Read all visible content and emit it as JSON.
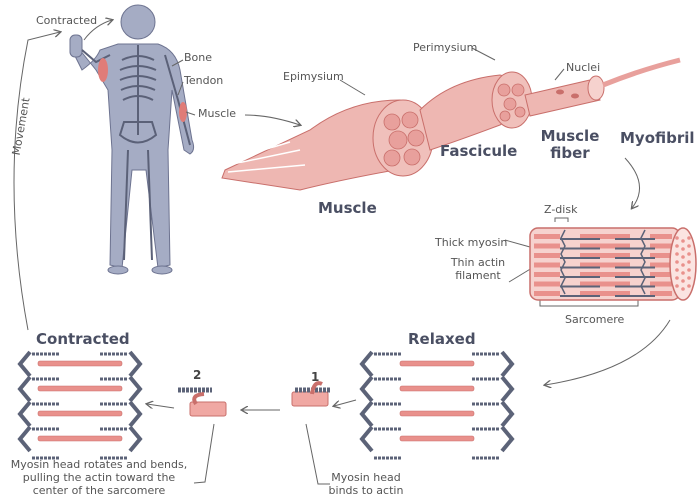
{
  "colors": {
    "muscle": "#e8a09c",
    "muscle_dark": "#c96f6b",
    "body": "#a5acc4",
    "skeleton": "#5b6178",
    "myosin": "#5c6378",
    "actin": "#e9918c",
    "line": "#666666"
  },
  "body_figure": {
    "labels": {
      "contracted": "Contracted",
      "bone": "Bone",
      "tendon": "Tendon",
      "muscle": "Muscle",
      "movement": "Movement"
    }
  },
  "muscle_structure": {
    "labels": {
      "epimysium": "Epimysium",
      "perimysium": "Perimysium",
      "nuclei": "Nuclei",
      "fascicule": "Fascicule",
      "muscle_fiber": "Muscle fiber",
      "myofibril": "Myofibril",
      "muscle": "Muscle"
    }
  },
  "myofibril_detail": {
    "labels": {
      "z_disk": "Z-disk",
      "thick_myosin": "Thick myosin",
      "thin_actin": "Thin actin filament",
      "sarcomere": "Sarcomere"
    }
  },
  "contraction_cycle": {
    "relaxed": "Relaxed",
    "contracted": "Contracted",
    "steps": [
      {
        "number": "1",
        "caption": "Myosin head binds to actin"
      },
      {
        "number": "2",
        "caption": "Myosin head rotates and bends, pulling the actin toward the center of the sarcomere"
      }
    ]
  }
}
